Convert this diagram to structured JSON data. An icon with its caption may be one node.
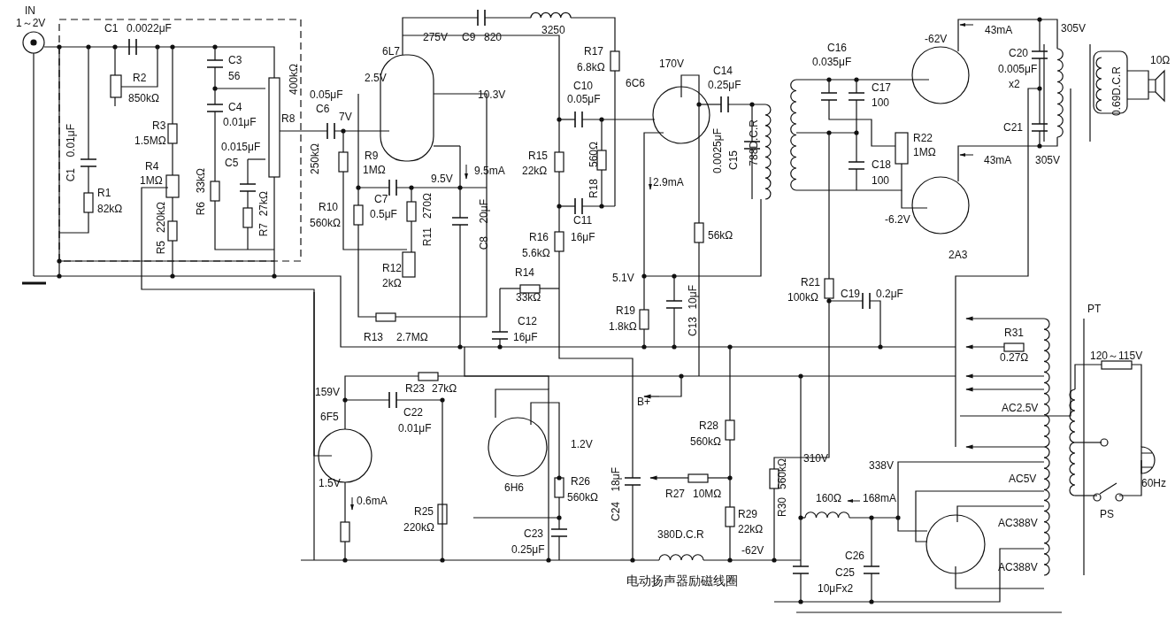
{
  "diagram": {
    "labels": [
      "IN",
      "1～2V",
      "C1",
      "0.0022μF",
      "R2",
      "850kΩ",
      "C3",
      "56",
      "400kΩ",
      "C4",
      "0.01μF",
      "R8",
      "0.05μF",
      "C6",
      "7V",
      "R3",
      "1.5MΩ",
      "C1",
      "0.01μF",
      "0.015μF",
      "C5",
      "R4",
      "1MΩ",
      "R6",
      "33kΩ",
      "250kΩ",
      "R1",
      "82kΩ",
      "R5",
      "220kΩ",
      "R7",
      "27kΩ",
      "6L7",
      "275V",
      "C9",
      "820",
      "3250",
      "R17",
      "6.8kΩ",
      "2.5V",
      "10.3V",
      "C10",
      "0.05μF",
      "6C6",
      "170V",
      "C14",
      "0.25μF",
      "R9",
      "1MΩ",
      "9.5V",
      "9.5mA",
      "R15",
      "22kΩ",
      "R18",
      "560Ω",
      "0.0025μF",
      "C15",
      "788D.C.R",
      "2.9mA",
      "C7",
      "0.5μF",
      "R10",
      "560kΩ",
      "R11",
      "270Ω",
      "C8",
      "20μF",
      "C11",
      "R16",
      "16μF",
      "5.6kΩ",
      "56kΩ",
      "R12",
      "2kΩ",
      "R14",
      "33kΩ",
      "5.1V",
      "R19",
      "1.8kΩ",
      "C13",
      "10μF",
      "C12",
      "R13",
      "2.7MΩ",
      "16μF",
      "C16",
      "0.035μF",
      "-62V",
      "43mA",
      "305V",
      "C17",
      "100",
      "C20",
      "0.005μF",
      "x2",
      "10Ω",
      "0.69D.C.R",
      "C21",
      "R22",
      "1MΩ",
      "C18",
      "100",
      "43mA",
      "305V",
      "-6.2V",
      "2A3",
      "R21",
      "100kΩ",
      "C19",
      "0.2μF",
      "PT",
      "R31",
      "0.27Ω",
      "B+",
      "159V",
      "6F5",
      "R23",
      "27kΩ",
      "C22",
      "0.01μF",
      "1.2V",
      "6H6",
      "R26",
      "560kΩ",
      "R28",
      "560kΩ",
      "R27",
      "10MΩ",
      "C24",
      "18μF",
      "1.5V",
      "0.6mA",
      "R25",
      "220kΩ",
      "R29",
      "22kΩ",
      "C23",
      "0.25μF",
      "380D.C.R",
      "-62V",
      "电动扬声器励磁线圈",
      "R30",
      "560kΩ",
      "310V",
      "120～115V",
      "AC2.5V",
      "338V",
      "AC5V",
      "160Ω",
      "168mA",
      "60Hz",
      "PS",
      "AC388V",
      "AC388V",
      "C25",
      "10μFx2",
      "C26"
    ]
  }
}
